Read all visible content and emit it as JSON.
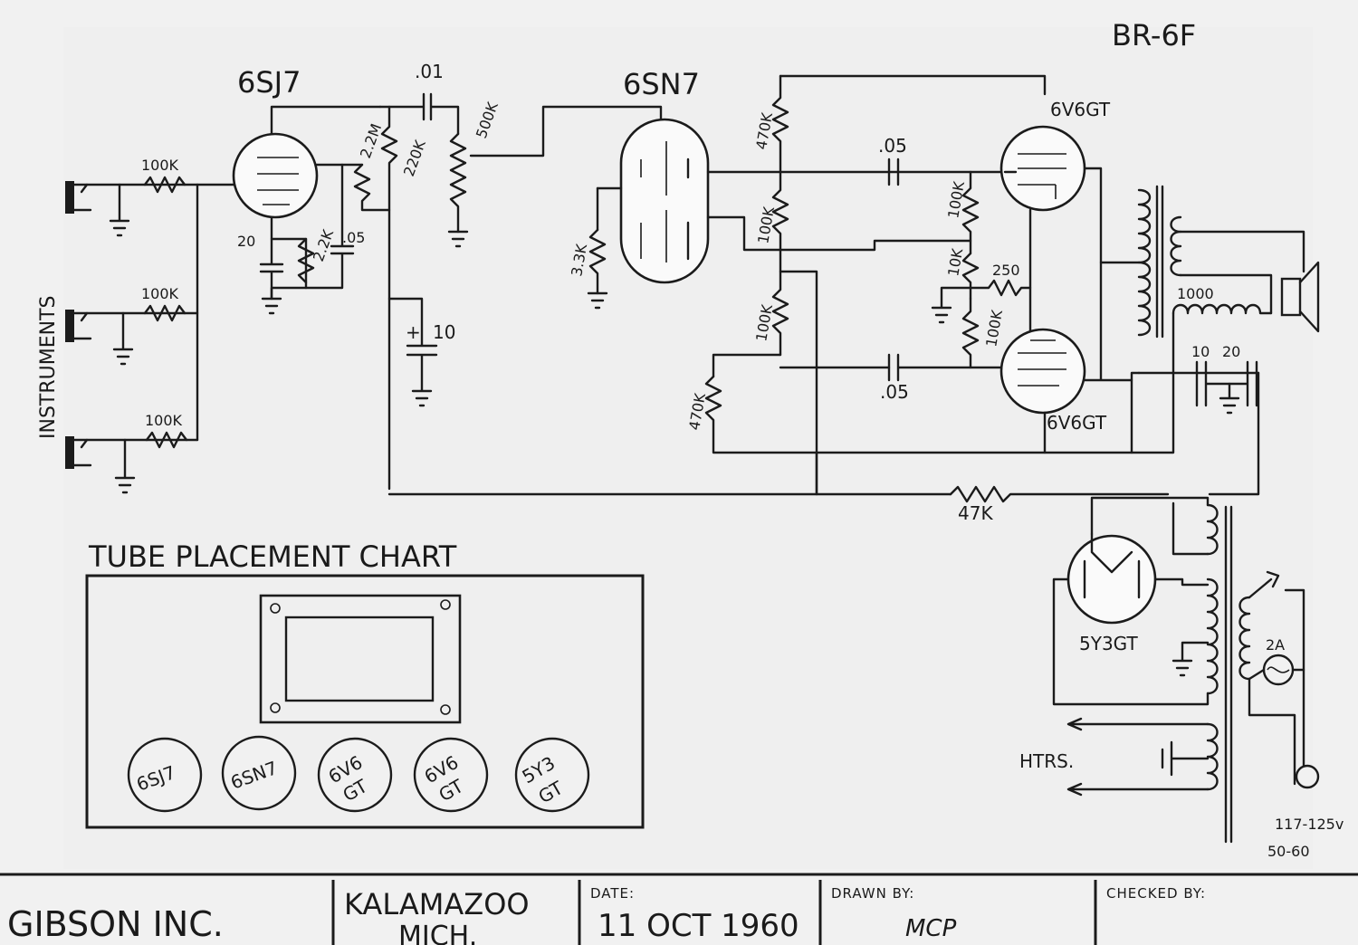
{
  "drawing": {
    "model": "BR-6F",
    "side_label": "INSTRUMENTS"
  },
  "tubes": {
    "preamp": "6SJ7",
    "driver": "6SN7",
    "power_top": "6V6GT",
    "power_bottom": "6V6GT",
    "rectifier": "5Y3GT"
  },
  "components": {
    "input_r1": "100K",
    "input_r2": "100K",
    "input_r3": "100K",
    "cap_01": ".01",
    "pot_500k": "500K",
    "r_2_2m": "2.2M",
    "r_220k": "220K",
    "cath_cap_20": "20",
    "cath_r_2_2k": "2.2K",
    "screen_cap_05": ".05",
    "filter_cap_10": "10",
    "r_3_3k": "3.3K",
    "r_470k_top": "470K",
    "r_100k_mid": "100K",
    "r_100k_low": "100K",
    "r_470k_left": "470K",
    "cap_05_top": ".05",
    "cap_05_bottom": ".05",
    "grid_r_100k_top": "100K",
    "grid_r_10k": "10K",
    "grid_r_100k_bottom": "100K",
    "cath_r_250": "250",
    "choke_1000": "1000",
    "filter_10": "10",
    "filter_20": "20",
    "feedback_47k": "47K",
    "fuse_2a": "2A",
    "heaters": "HTRS.",
    "mains_v": "117-125v",
    "mains_hz": "50-60"
  },
  "placement_chart": {
    "title": "TUBE PLACEMENT CHART",
    "sockets": [
      {
        "line1": "6SJ7",
        "line2": ""
      },
      {
        "line1": "6SN7",
        "line2": ""
      },
      {
        "line1": "6V6",
        "line2": "GT"
      },
      {
        "line1": "6V6",
        "line2": "GT"
      },
      {
        "line1": "5Y3",
        "line2": "GT"
      }
    ]
  },
  "title_block": {
    "company": "GIBSON INC.",
    "city": "KALAMAZOO",
    "state": "MICH.",
    "date_label": "DATE:",
    "date": "11 OCT 1960",
    "drawn_label": "DRAWN BY:",
    "drawn_by": "MCP",
    "checked_label": "CHECKED BY:",
    "checked_by": ""
  }
}
